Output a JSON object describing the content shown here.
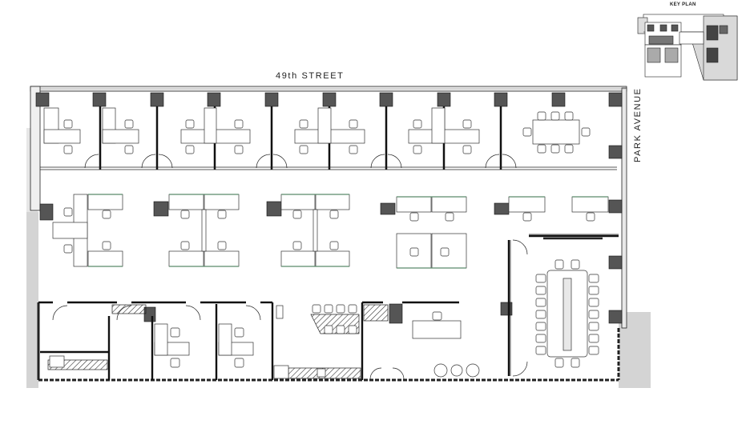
{
  "plan": {
    "street_top": "49th STREET",
    "street_right": "PARK AVENUE"
  },
  "key_plan": {
    "title": "KEY PLAN"
  },
  "colors": {
    "wall": "#1a1a1a",
    "column": "#555555",
    "column_light": "#777777",
    "glass": "#cfcfcf",
    "hatch": "#333333",
    "exterior": "#d4d4d4",
    "workstation_edge": "#5a8a6a"
  }
}
